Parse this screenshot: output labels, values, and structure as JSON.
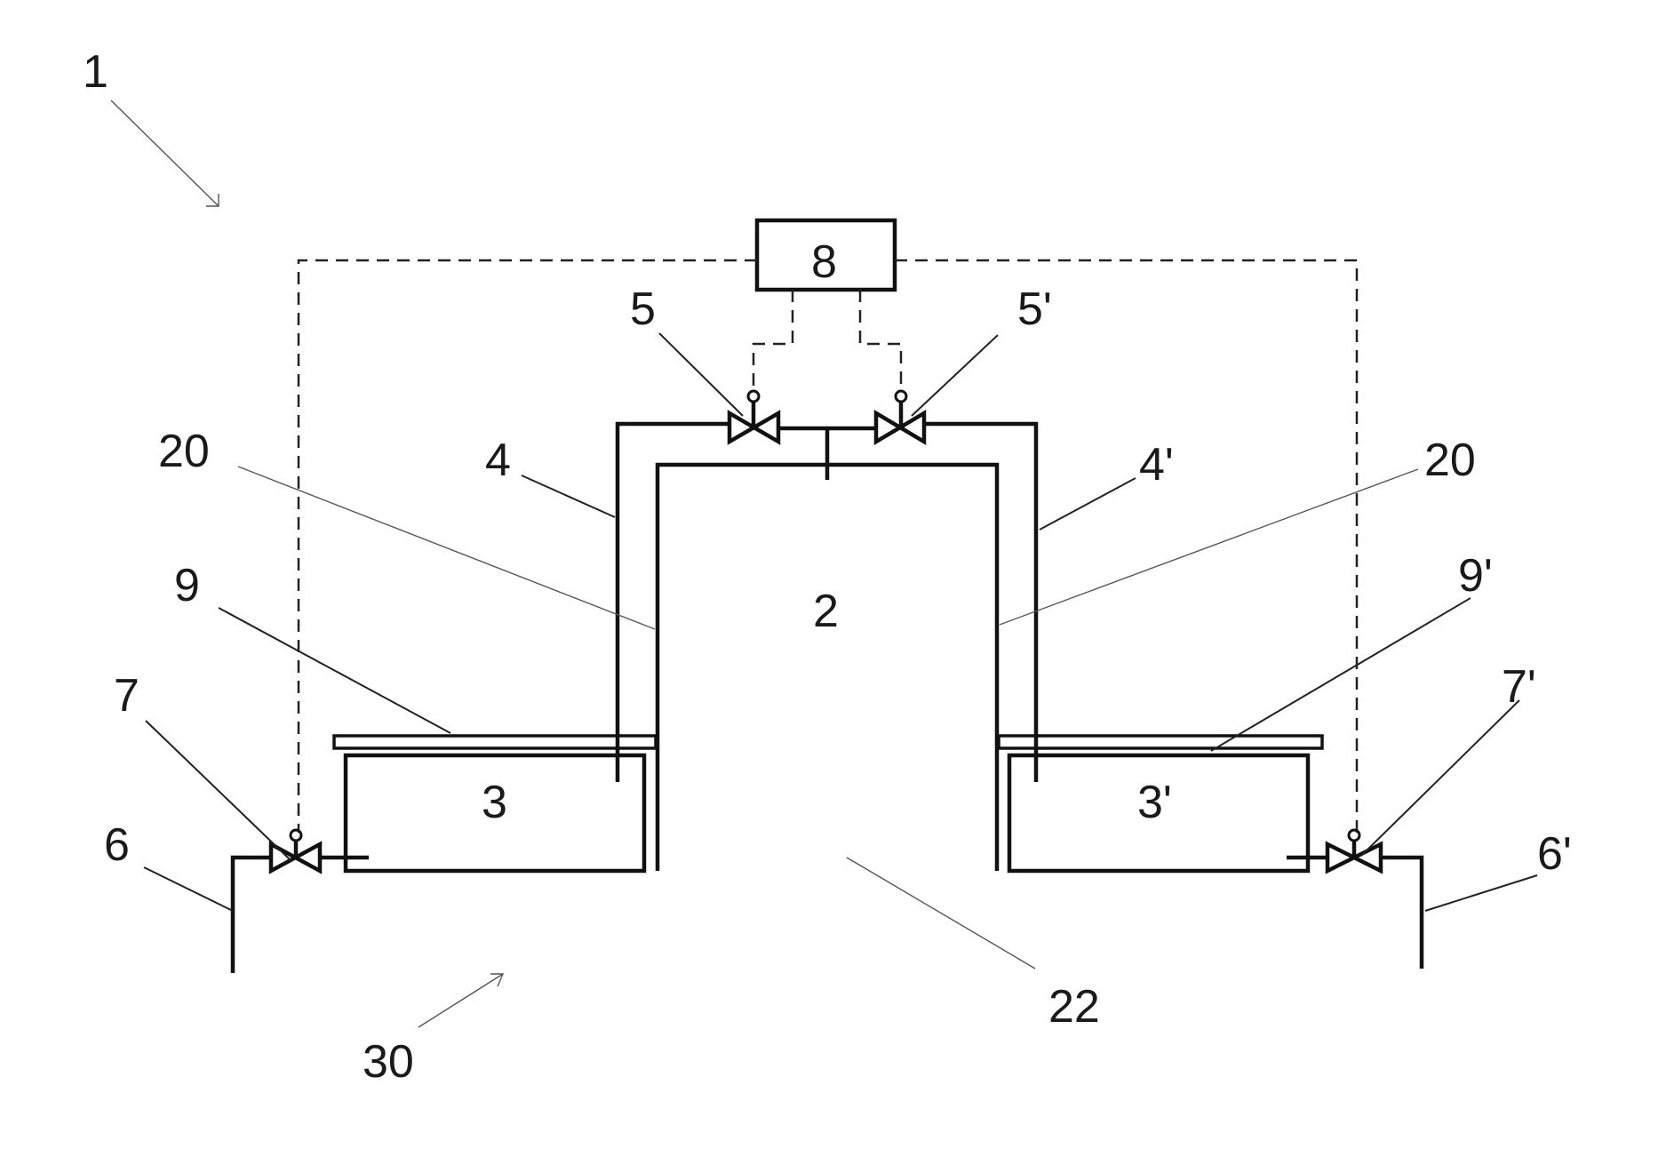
{
  "labels": {
    "system": "1",
    "chamber": "2",
    "tank_left": "3",
    "tank_right": "3'",
    "pipe_left": "4",
    "pipe_right": "4'",
    "valve_top_left": "5",
    "valve_top_right": "5'",
    "drain_left": "6",
    "drain_right": "6'",
    "valve_bottom_left": "7",
    "valve_bottom_right": "7'",
    "controller": "8",
    "plate_left": "9",
    "plate_right": "9'",
    "wall_left": "20",
    "wall_right": "20",
    "opening": "22",
    "space": "30"
  }
}
